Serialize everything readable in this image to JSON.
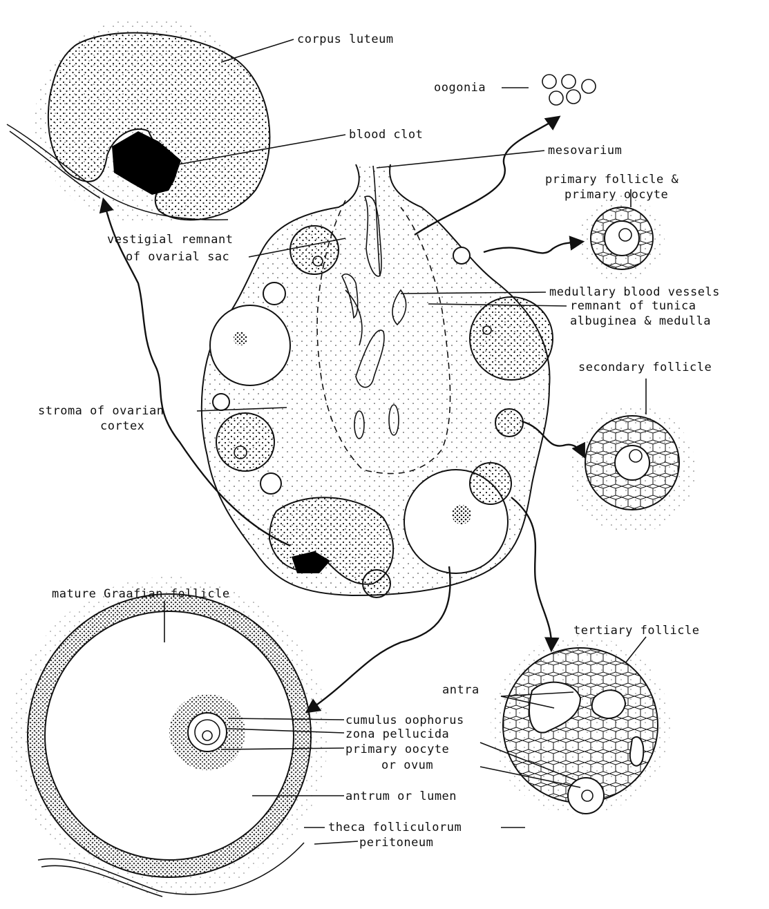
{
  "diagram": {
    "labels": {
      "corpus_luteum": "corpus luteum",
      "blood_clot": "blood clot",
      "oogonia": "oogonia",
      "mesovarium": "mesovarium",
      "primary_follicle_line1": "primary follicle &",
      "primary_follicle_line2": "primary oocyte",
      "vestigial_line1": "vestigial remnant",
      "vestigial_line2": "of ovarial sac",
      "medullary_blood_vessels": "medullary blood vessels",
      "remnant_line1": "remnant of tunica",
      "remnant_line2": "albuginea & medulla",
      "secondary_follicle": "secondary follicle",
      "stroma_line1": "stroma of ovarian",
      "stroma_line2": "cortex",
      "mature_graafian": "mature Graafian follicle",
      "tertiary_follicle": "tertiary follicle",
      "antra": "antra",
      "cumulus_oophorus": "cumulus oophorus",
      "zona_pellucida": "zona pellucida",
      "primary_oocyte": "primary oocyte",
      "or_ovum": "or ovum",
      "antrum_or_lumen": "antrum or lumen",
      "theca_folliculorum": "theca folliculorum",
      "peritoneum": "peritoneum"
    },
    "colors": {
      "ink": "#111111",
      "paper": "#ffffff"
    }
  }
}
